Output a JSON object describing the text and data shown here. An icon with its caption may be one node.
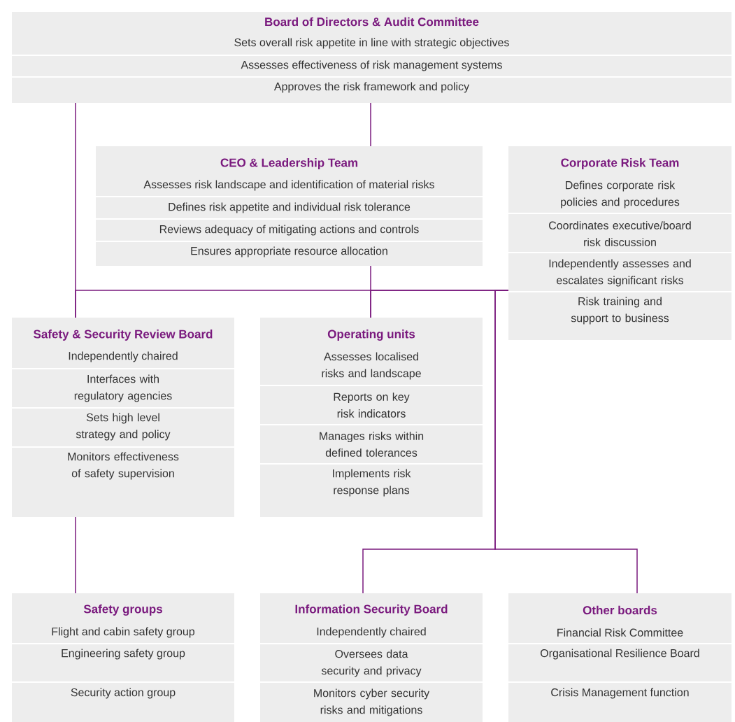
{
  "diagram": {
    "nodes": [
      {
        "text": [
          "Board of Directors & Audit Committee",
          "Sets overall risk appetite in line with strategic objectives",
          "Assesses effectiveness of risk management systems",
          "Approves the risk framework and policy"
        ]
      },
      {
        "text": [
          "CEO & Leadership Team",
          "Assesses risk landscape and identification of material risks",
          "Defines risk appetite and individual risk tolerance",
          "Reviews adequacy of mitigating actions and controls",
          "Ensures appropriate resource allocation"
        ]
      },
      {
        "text": [
          "Corporate Risk Team",
          "Defines corporate risk policies and procedures",
          "Coordinates executive/board risk discussion",
          "Independently assesses and escalates significant risks",
          "Risk training and support to business"
        ]
      },
      {
        "text": [
          "Safety & Security Review Board",
          "Independently chaired",
          "Interfaces with regulatory agencies",
          "Sets high level strategy and policy",
          "Monitors effectiveness of safety supervision"
        ]
      },
      {
        "text": [
          "Operating units",
          "Assesses localised risks and landscape",
          "Reports on key risk indicators",
          "Manages risks within defined tolerances",
          "Implements risk response plans"
        ]
      },
      {
        "text": [
          "Safety groups",
          "Flight and cabin safety group",
          "Engineering safety group",
          "Security action group"
        ]
      },
      {
        "text": [
          "Information Security Board",
          "Independently chaired",
          "Oversees data security and privacy",
          "Monitors cyber security risks and mitigations"
        ]
      },
      {
        "text": [
          "Other boards",
          "Financial Risk Committee",
          "Organisational Resilience Board",
          "Crisis Management function"
        ]
      }
    ],
    "edges": [
      {
        "from": 0,
        "to": 1,
        "arrow": "none"
      },
      {
        "from": 0,
        "to": 3,
        "arrow": "none"
      },
      {
        "from": 1,
        "to": 4,
        "arrow": "none"
      },
      {
        "from": 2,
        "to": 3,
        "arrow": "none"
      },
      {
        "from": 2,
        "to": 4,
        "arrow": "none"
      },
      {
        "from": 2,
        "to": 6,
        "arrow": "none"
      },
      {
        "from": 2,
        "to": 7,
        "arrow": "none"
      },
      {
        "from": 3,
        "to": 5,
        "arrow": "none"
      }
    ]
  }
}
